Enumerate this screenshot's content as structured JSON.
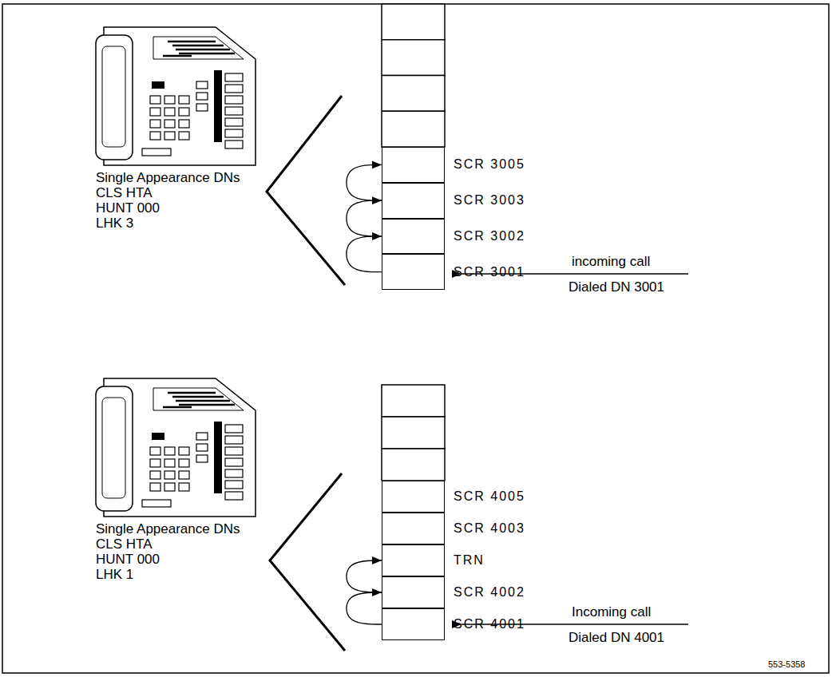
{
  "diagram": {
    "nodes": [
      {
        "text": [
          "SCR 3005"
        ]
      },
      {
        "text": [
          "SCR 3003"
        ]
      },
      {
        "text": [
          "SCR 3002"
        ]
      },
      {
        "text": [
          "SCR 3001"
        ]
      },
      {
        "text": [
          "SCR 4005"
        ]
      },
      {
        "text": [
          "SCR 4003"
        ]
      },
      {
        "text": [
          "TRN"
        ]
      },
      {
        "text": [
          "SCR 4002"
        ]
      },
      {
        "text": [
          "SCR 4001"
        ]
      }
    ],
    "edges": [
      {
        "from": 3,
        "to": 2,
        "arrow": "to"
      },
      {
        "from": 2,
        "to": 1,
        "arrow": "to"
      },
      {
        "from": 1,
        "to": 0,
        "arrow": "to"
      },
      {
        "from": 8,
        "to": 7,
        "arrow": "to"
      },
      {
        "from": 7,
        "to": 6,
        "arrow": "to"
      }
    ],
    "labels": [
      "Single Appearance DNs",
      "CLS HTA",
      "HUNT 000",
      "LHK 3",
      "incoming call",
      "Dialed DN 3001",
      "Single Appearance DNs",
      "CLS HTA",
      "HUNT 000",
      "LHK 1",
      "Incoming call",
      "Dialed DN 4001",
      "553-5358"
    ]
  }
}
